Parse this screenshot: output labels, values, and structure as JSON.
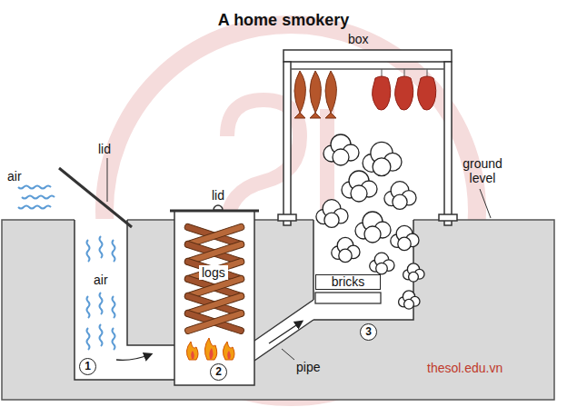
{
  "diagram": {
    "title": "A home smokery",
    "nodes": [
      {
        "text": [
          "bricks"
        ]
      },
      {
        "text": [
          "1"
        ]
      },
      {
        "text": [
          "2"
        ]
      },
      {
        "text": [
          "3"
        ]
      }
    ],
    "labels": [
      "box",
      "lid",
      "air",
      "air",
      "lid",
      "ground level",
      "logs",
      "pipe",
      "thesol.edu.vn"
    ]
  }
}
